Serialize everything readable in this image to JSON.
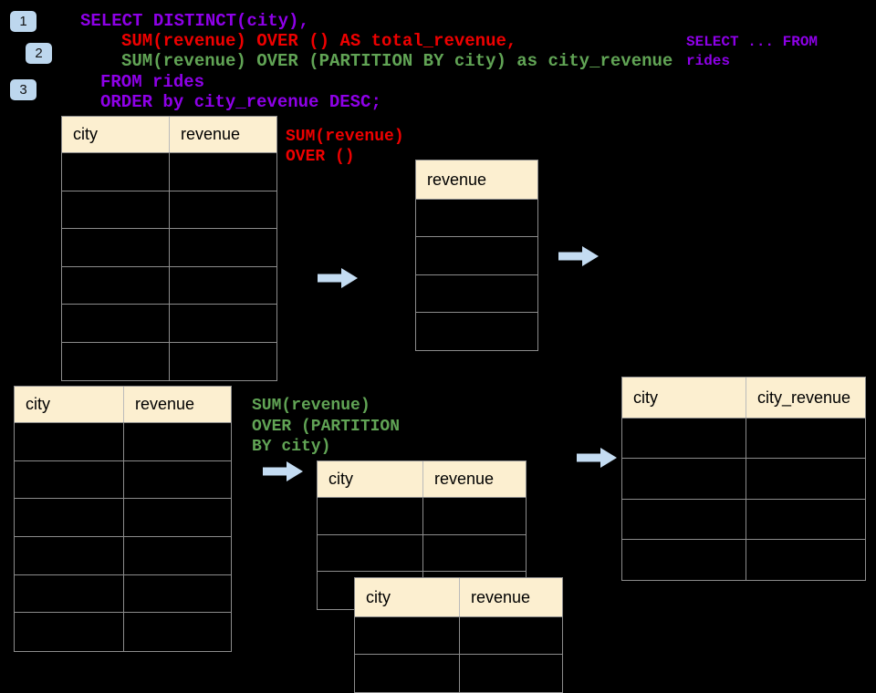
{
  "colors": {
    "bg": "#000000",
    "purple": "#8E00E8",
    "red": "#EE0000",
    "green": "#61A455",
    "header_fill": "#FCEFD0",
    "header_text": "#000000",
    "header_divider": "#BBBBBB",
    "table_border": "#8C8C8C",
    "arrow_fill": "#C4DCF2",
    "badge_fill": "#BDD7EE",
    "badge_text": "#111111"
  },
  "badges": [
    {
      "label": "1"
    },
    {
      "label": "2"
    },
    {
      "label": "3"
    }
  ],
  "sql": {
    "lines": [
      {
        "text": "SELECT DISTINCT(city),",
        "color": "purple"
      },
      {
        "text": "SUM(revenue) OVER () AS total_revenue,",
        "color": "red"
      },
      {
        "text": "SUM(revenue) OVER (PARTITION BY city) as city_revenue",
        "color": "green"
      },
      {
        "text": "FROM rides",
        "color": "purple"
      },
      {
        "text": "ORDER by city_revenue DESC;",
        "color": "purple"
      }
    ]
  },
  "side_sql": {
    "lines": [
      {
        "text": "SELECT ... FROM",
        "color": "purple"
      },
      {
        "text": "rides",
        "color": "purple"
      }
    ]
  },
  "annotation_total": {
    "lines": [
      {
        "text": "SUM(revenue)",
        "color": "red"
      },
      {
        "text": "OVER ()",
        "color": "red"
      }
    ]
  },
  "annotation_partition": {
    "lines": [
      {
        "text": "SUM(revenue)",
        "color": "green"
      },
      {
        "text": "OVER (PARTITION",
        "color": "green"
      },
      {
        "text": "BY city)",
        "color": "green"
      }
    ]
  },
  "tables": {
    "source_top": {
      "headers": [
        "city",
        "revenue"
      ],
      "empty_rows": 6
    },
    "total_revenue": {
      "headers": [
        "revenue"
      ],
      "empty_rows": 4
    },
    "source_bottom": {
      "headers": [
        "city",
        "revenue"
      ],
      "empty_rows": 6
    },
    "partition_step": {
      "headers": [
        "city",
        "revenue"
      ],
      "empty_rows": 3
    },
    "partition_step_overlay": {
      "headers": [
        "city",
        "revenue"
      ],
      "empty_rows": 2
    },
    "city_revenue_result": {
      "headers": [
        "city",
        "city_revenue"
      ],
      "empty_rows": 4
    }
  }
}
